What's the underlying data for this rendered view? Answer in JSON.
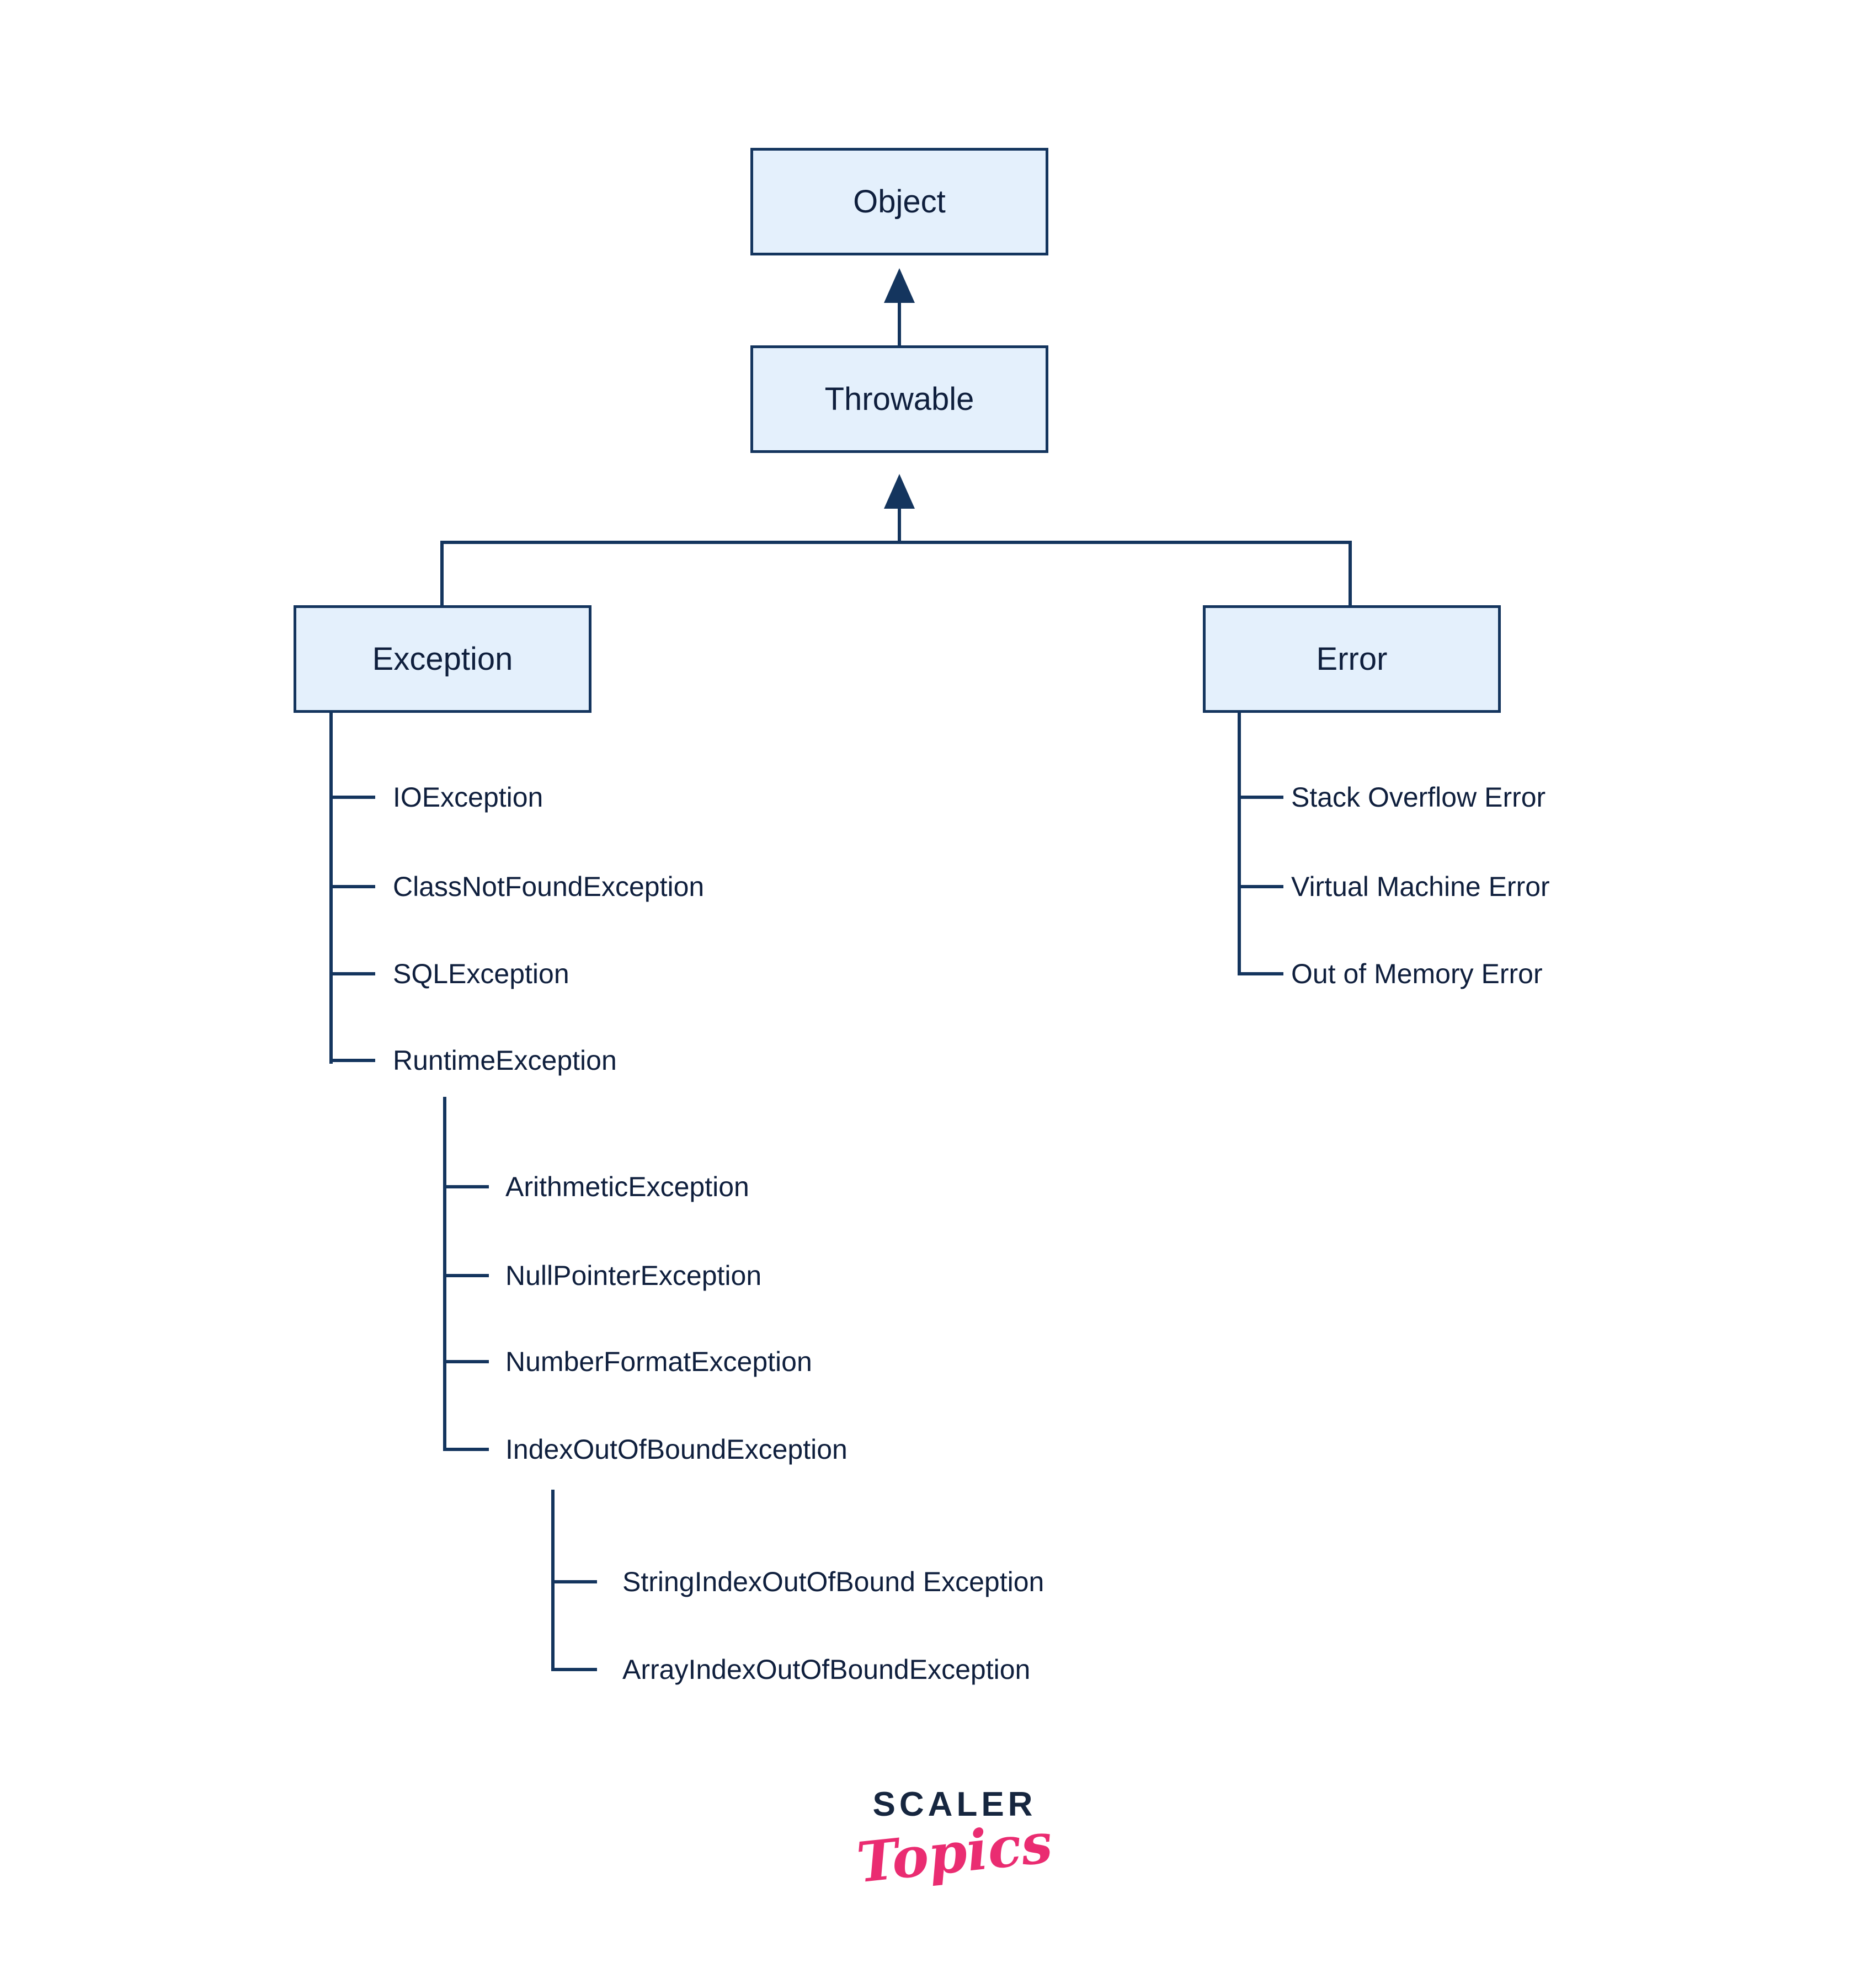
{
  "diagram": {
    "nodes": {
      "object": "Object",
      "throwable": "Throwable",
      "exception": "Exception",
      "error": "Error"
    },
    "exception_children": [
      "IOException",
      "ClassNotFoundException",
      "SQLException",
      "RuntimeException"
    ],
    "runtime_children": [
      "ArithmeticException",
      "NullPointerException",
      "NumberFormatException",
      "IndexOutOfBoundException"
    ],
    "index_children": [
      "StringIndexOutOfBound Exception",
      "ArrayIndexOutOfBoundException"
    ],
    "error_children": [
      "Stack Overflow Error",
      "Virtual Machine Error",
      "Out of Memory Error"
    ]
  },
  "logo": {
    "primary": "SCALER",
    "secondary": "Topics"
  },
  "colors": {
    "line": "#14355e",
    "boxFill": "#e4f0fc",
    "boxBorder": "#14355e",
    "text": "#0f1f3d",
    "pink": "#ea2c71",
    "logoNavy": "#16263f"
  }
}
